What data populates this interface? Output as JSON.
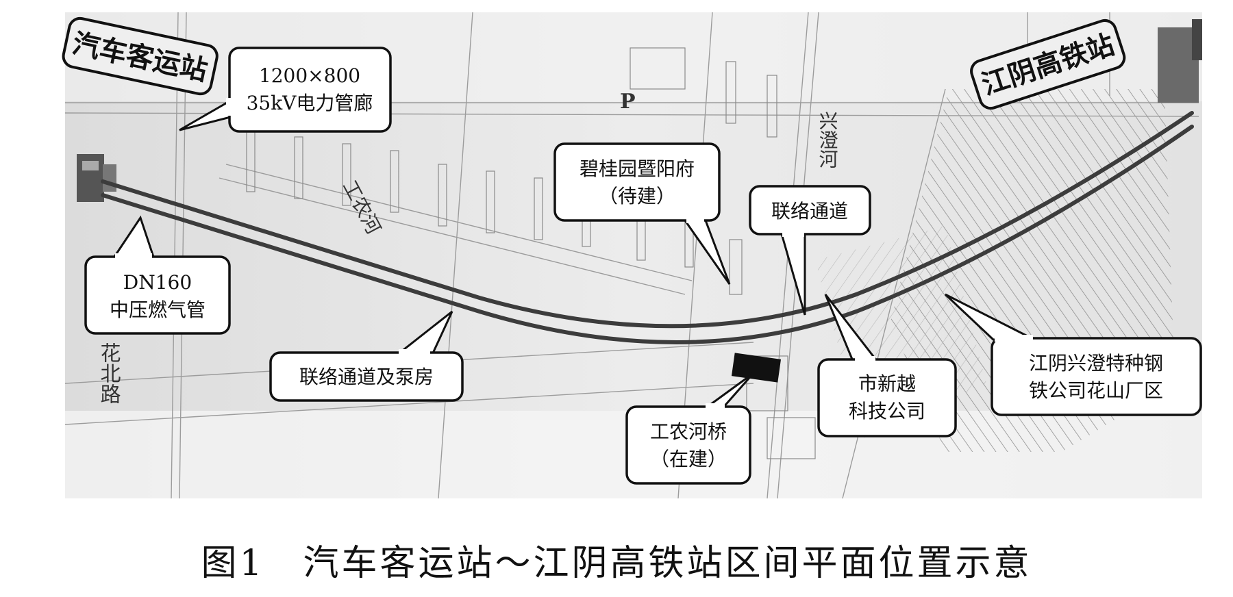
{
  "stations": {
    "start": "汽车客运站",
    "end": "江阴高铁站"
  },
  "callouts": {
    "power_corridor": [
      "1200×800",
      "35kV电力管廊"
    ],
    "gas_pipe": [
      "DN160",
      "中压燃气管"
    ],
    "passage_pump": [
      "联络通道及泵房"
    ],
    "biguiyuan": [
      "碧桂园暨阳府",
      "（待建）"
    ],
    "passage": [
      "联络通道"
    ],
    "bridge": [
      "工农河桥",
      "（在建）"
    ],
    "tech_company": [
      "市新越",
      "科技公司"
    ],
    "steel_plant": [
      "江阴兴澄特种钢",
      "铁公司花山厂区"
    ]
  },
  "labels": {
    "gongnong_river": "工农河",
    "xingcheng_river": "兴澄河",
    "huabei_road": "花北路",
    "p_marker": "P"
  },
  "caption": "图1　汽车客运站～江阴高铁站区间平面位置示意",
  "colors": {
    "tunnel": "#3c3c3c",
    "callout_border": "#111111",
    "map_bg": "#e6e6e6",
    "hatch": "#8a8a8a"
  }
}
